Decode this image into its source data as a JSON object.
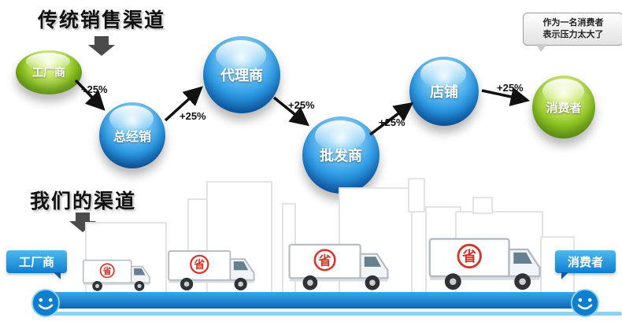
{
  "traditional": {
    "title": "传统销售渠道",
    "increase": "+25%",
    "nodes": [
      {
        "label": "工厂商",
        "color": "green"
      },
      {
        "label": "总经销",
        "color": "blue"
      },
      {
        "label": "代理商",
        "color": "blue"
      },
      {
        "label": "批发商",
        "color": "blue"
      },
      {
        "label": "店铺",
        "color": "blue"
      },
      {
        "label": "消费者",
        "color": "green"
      }
    ],
    "bubble_line1": "作为一名消费者",
    "bubble_line2": "表示压力太大了"
  },
  "ours": {
    "title": "我们的渠道",
    "factory_label": "工厂商",
    "consumer_label": "消费者",
    "truck_badge": "省",
    "truck_count": 4
  },
  "colors": {
    "blue_sphere": "#1e88d6",
    "green_sphere": "#7ab800",
    "road_blue": "#0b66b6",
    "ribbon_blue": "#0f7ecf",
    "badge_red": "#d3352b",
    "arrow_black": "#111111"
  }
}
